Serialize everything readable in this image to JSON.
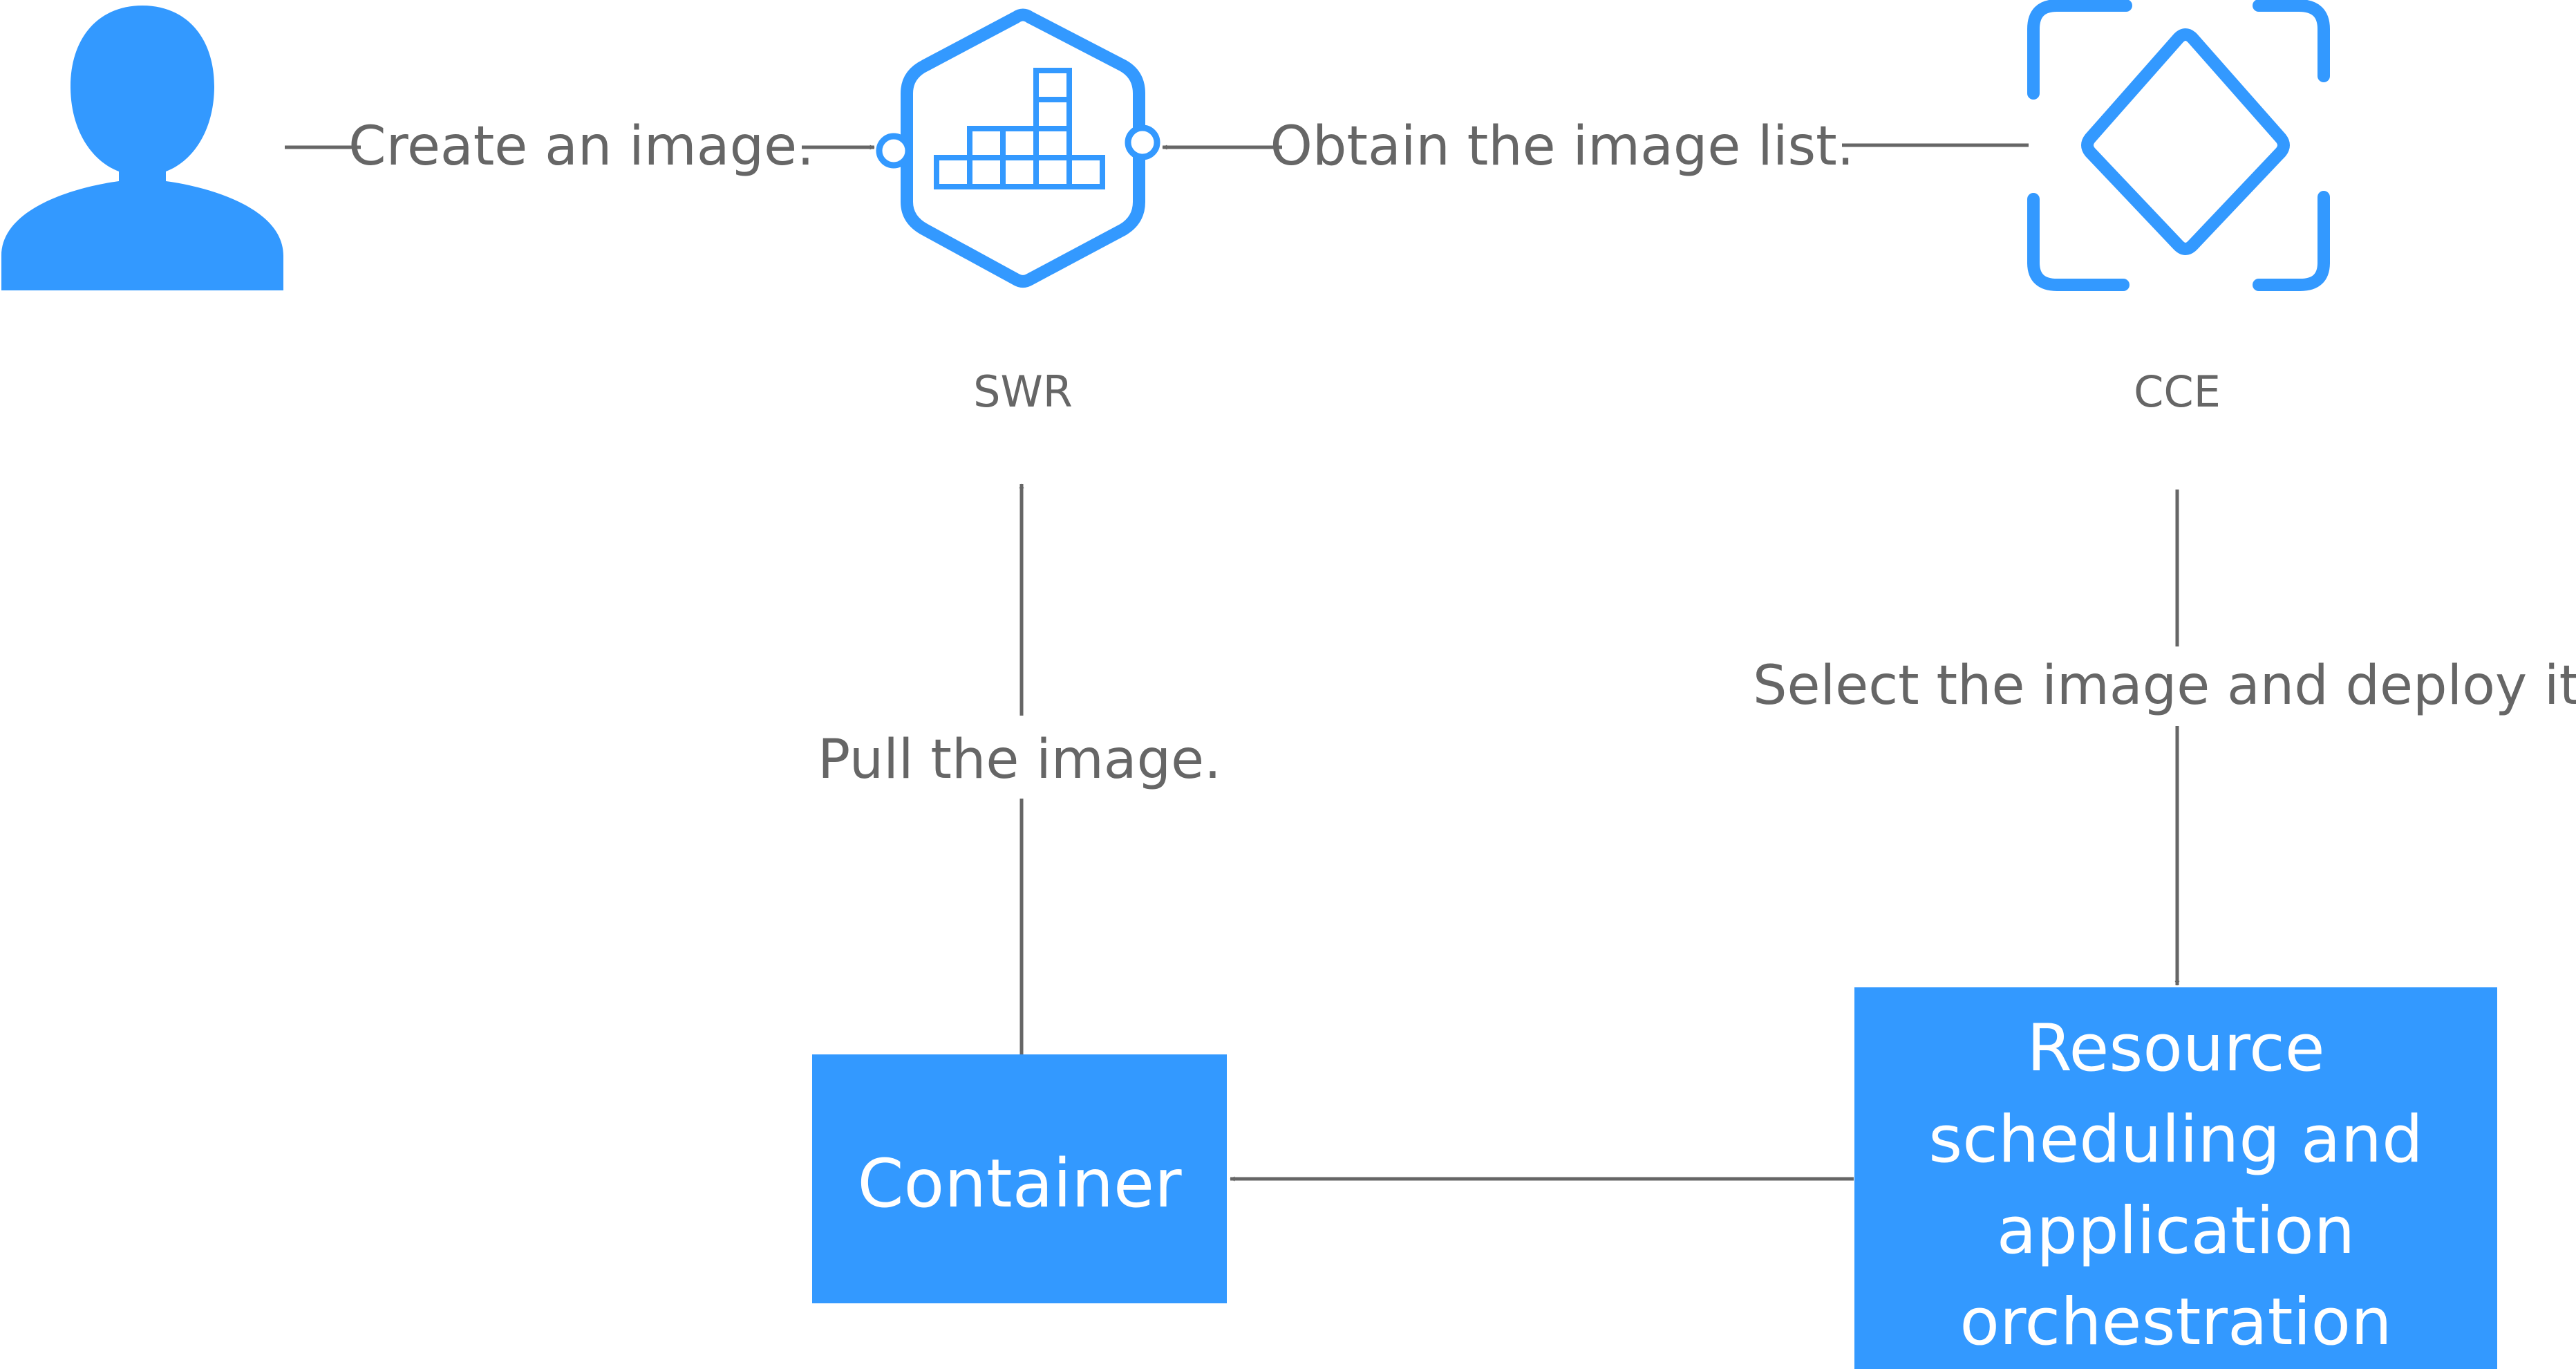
{
  "diagram": {
    "nodes": {
      "user": {
        "icon": "user-icon"
      },
      "swr": {
        "label": "SWR",
        "icon": "swr-container-registry-icon"
      },
      "cce": {
        "label": "CCE",
        "icon": "cce-diamond-frame-icon"
      },
      "container": {
        "label": "Container"
      },
      "resource": {
        "label_lines": [
          "Resource",
          "scheduling and",
          "application",
          "orchestration"
        ]
      }
    },
    "edges": {
      "create_image": {
        "label": "Create an image."
      },
      "obtain_list": {
        "label": "Obtain the image list."
      },
      "pull_image": {
        "label": "Pull the image."
      },
      "select_deploy": {
        "label": "Select the image and deploy it."
      }
    },
    "colors": {
      "accent_blue": "#3399ff",
      "line_gray": "#666666",
      "text_gray": "#666666",
      "box_text": "#ffffff"
    }
  }
}
